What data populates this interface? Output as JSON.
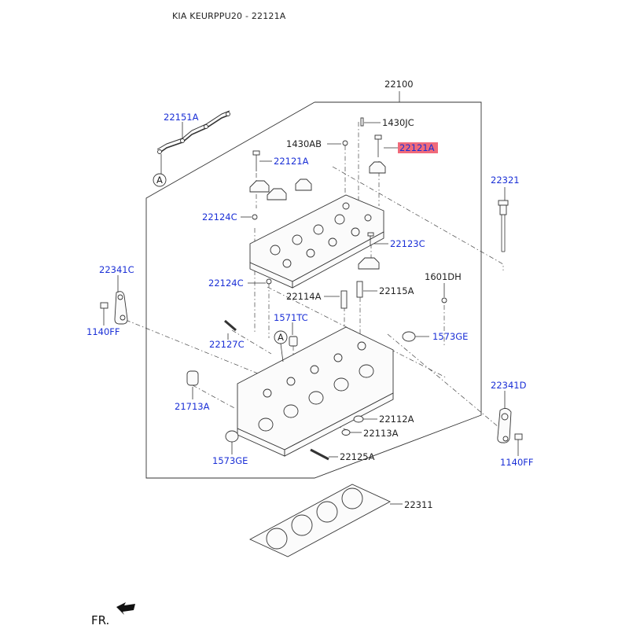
{
  "header": {
    "title": "KIA KEURPPU20 - 22121A"
  },
  "highlight_color": "#f06a7a",
  "label_color": "#1a2fd6",
  "labels": {
    "p22100": "22100",
    "p22151A": "22151A",
    "p1430JC": "1430JC",
    "p1430AB": "1430AB",
    "p22121A_hl": "22121A",
    "p22121A": "22121A",
    "p22321": "22321",
    "p22124C_a": "22124C",
    "p22123C": "22123C",
    "p22341C": "22341C",
    "p1601DH": "1601DH",
    "p22124C_b": "22124C",
    "p22114A": "22114A",
    "p22115A": "22115A",
    "p1140FF_a": "1140FF",
    "p1571TC": "1571TC",
    "p22127C": "22127C",
    "p1573GE_a": "1573GE",
    "p22341D": "22341D",
    "p21713A": "21713A",
    "p22112A": "22112A",
    "p22113A": "22113A",
    "p1573GE_b": "1573GE",
    "p22125A": "22125A",
    "p1140FF_b": "1140FF",
    "p22311": "22311",
    "callout_a1": "A",
    "callout_a2": "A",
    "fr": "FR."
  }
}
